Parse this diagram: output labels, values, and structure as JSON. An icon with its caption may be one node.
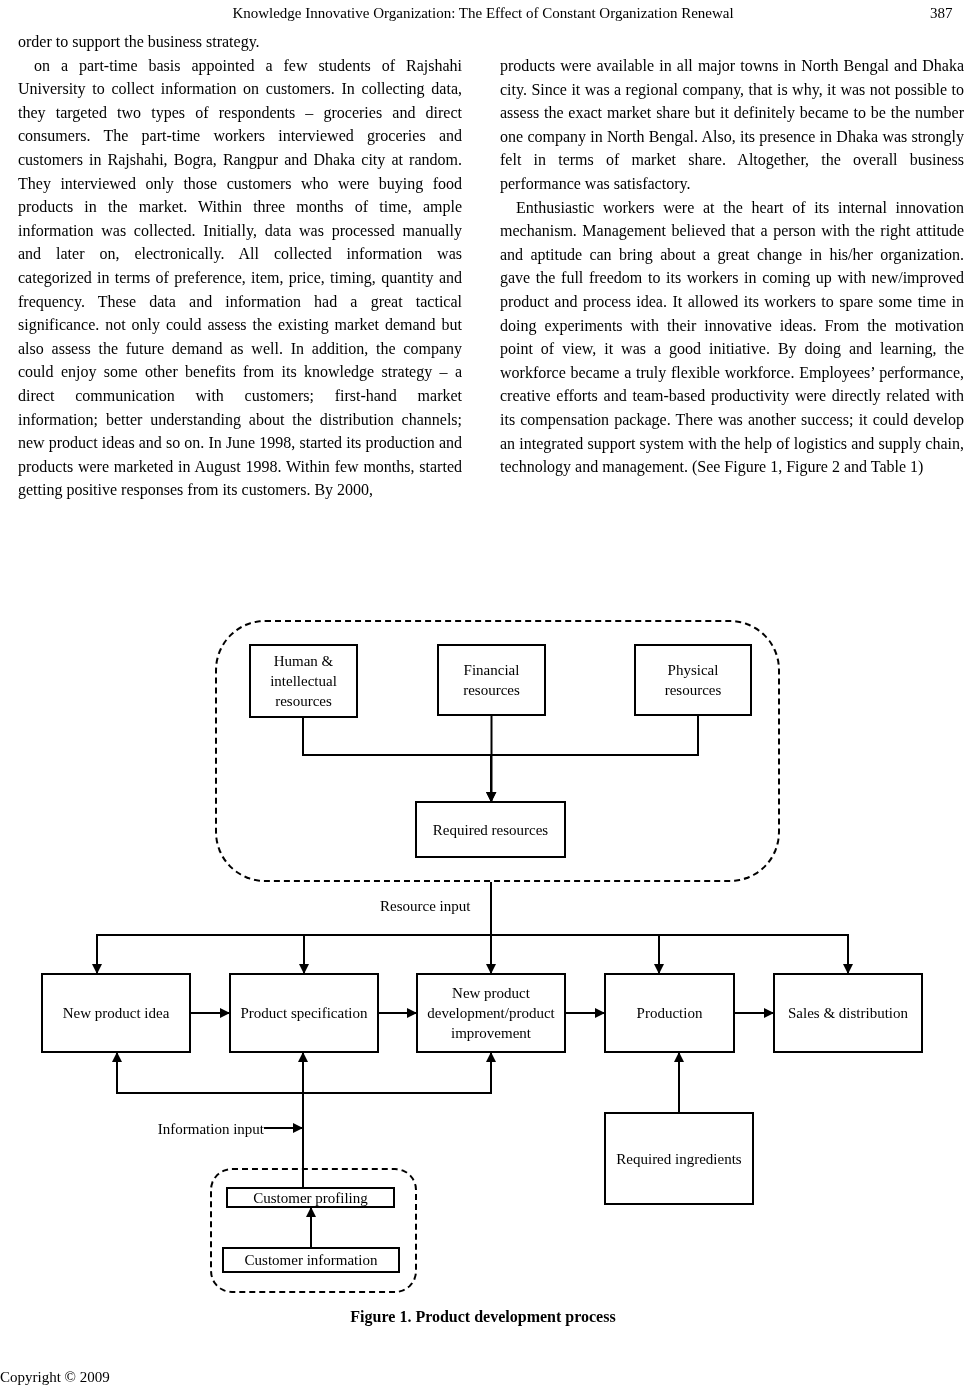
{
  "diagram": {
    "caption": "Figure 1. Product development process",
    "nodes": [
      {
        "text": [],
        "shape": "box"
      },
      {
        "text": [
          "Human & intellectual resources"
        ],
        "in": 0
      },
      {
        "text": [
          "Financial resources"
        ],
        "in": 0
      },
      {
        "text": [
          "Physical resources"
        ],
        "in": 0
      },
      {
        "text": [
          "Required resources"
        ],
        "in": 0
      },
      {
        "text": [
          "New product idea"
        ]
      },
      {
        "text": [
          "Product specification"
        ]
      },
      {
        "text": [
          "New product development/product improvement"
        ]
      },
      {
        "text": [
          "Production"
        ]
      },
      {
        "text": [
          "Sales & distribution"
        ]
      },
      {
        "text": [
          "Information input"
        ]
      },
      {
        "text": [],
        "shape": "box"
      },
      {
        "text": [
          "Customer profiling"
        ],
        "in": 11
      },
      {
        "text": [
          "Customer information"
        ],
        "in": 11
      },
      {
        "text": [
          "Required ingredients"
        ]
      }
    ],
    "edges": [
      {
        "from": 1,
        "to": 4,
        "arrow": "to"
      },
      {
        "from": 2,
        "to": 4,
        "arrow": "to"
      },
      {
        "from": 3,
        "to": 4,
        "arrow": "to"
      },
      {
        "from": 0,
        "to": 5,
        "arrow": "to"
      },
      {
        "from": 0,
        "to": 6,
        "arrow": "to"
      },
      {
        "from": 0,
        "to": 7,
        "arrow": "to",
        "label": "Resource input"
      },
      {
        "from": 0,
        "to": 8,
        "arrow": "to"
      },
      {
        "from": 0,
        "to": 9,
        "arrow": "to"
      },
      {
        "from": 5,
        "to": 6,
        "arrow": "to"
      },
      {
        "from": 6,
        "to": 7,
        "arrow": "to"
      },
      {
        "from": 7,
        "to": 8,
        "arrow": "to"
      },
      {
        "from": 8,
        "to": 9,
        "arrow": "to"
      },
      {
        "from": 13,
        "to": 12,
        "arrow": "to"
      },
      {
        "from": 12,
        "to": 5,
        "arrow": "to"
      },
      {
        "from": 12,
        "to": 6,
        "arrow": "to"
      },
      {
        "from": 12,
        "to": 7,
        "arrow": "to"
      },
      {
        "from": 14,
        "to": 8,
        "arrow": "to"
      },
      {
        "from": 10,
        "to": null,
        "arrow": "to"
      }
    ],
    "labels": [
      "Knowledge Innovative Organization: The Effect of Constant Organization Renewal",
      "387",
      "order to support the business strategy.",
      "on a part-time basis appointed a few students of Rajshahi University to collect information on customers. In collecting data, they targeted two types of respondents – groceries and direct consumers. The part-time workers interviewed groceries and customers in Rajshahi, Bogra, Rangpur and Dhaka city at random. They interviewed only those customers who were buying food products in the market. Within three months of time, ample information was collected. Initially, data was processed manually and later on, electronically. All collected information was categorized in terms of preference, item, price, timing, quantity and frequency. These data and information had a great tactical significance. not only could assess the existing market demand but also assess the future demand as well. In addition, the company could enjoy some other benefits from its knowledge strategy – a direct communication with customers; first-hand market information; better understanding about the distribution channels; new product ideas and so on. In June 1998, started its production and products were marketed in August 1998. Within few months, started getting positive responses from its customers. By 2000,",
      "products were available in all major towns in North Bengal and Dhaka city. Since it was a regional company, that is why, it was not possible to assess the exact market share but it definitely became to be the number one company in North Bengal. Also, its presence in Dhaka was strongly felt in terms of market share. Altogether, the overall business performance was satisfactory.",
      "Enthusiastic workers were at the heart of its internal innovation mechanism. Management believed that a person with the right attitude and aptitude can bring about a great change in his/her organization. gave the full freedom to its workers in coming up with new/improved product and process idea. It allowed its workers to spare some time in doing experiments with their innovative ideas. From the motivation point of view, it was a good initiative. By doing and learning, the workforce became a truly flexible workforce. Employees’ performance, creative efforts and team-based productivity were directly related with its compensation package. There was another success; it could develop an integrated support system with the help of logistics and supply chain, technology and management. (See Figure 1, Figure 2 and Table 1)",
      "Copyright © 2009"
    ]
  }
}
